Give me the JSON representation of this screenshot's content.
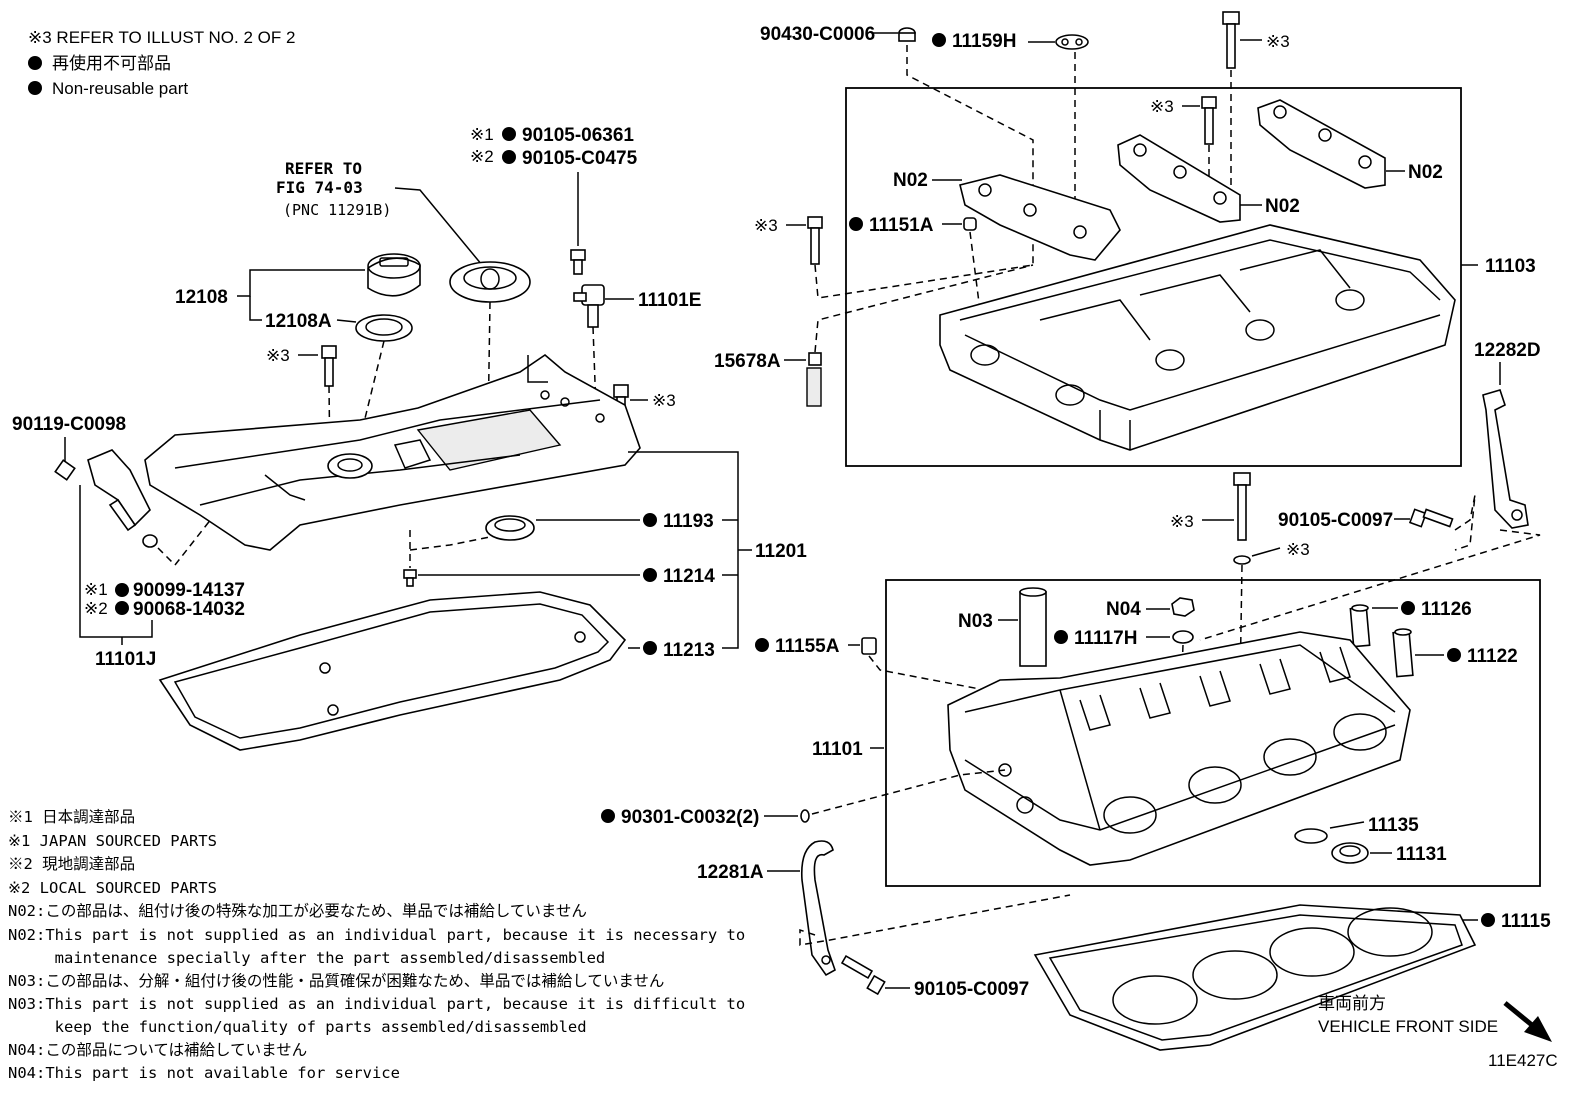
{
  "legend": {
    "refer_illust": "※3 REFER TO ILLUST NO. 2 OF 2",
    "non_reusable_jp": "再使用不可部品",
    "non_reusable_en": "Non-reusable part"
  },
  "refer_fig": {
    "line1": "REFER TO",
    "line2": "FIG 74-03",
    "line3": "(PNC 11291B)"
  },
  "labels": {
    "p90430": "90430-C0006",
    "p11159H": "11159H",
    "p12108": "12108",
    "p12108A": "12108A",
    "p90105_06361": "90105-06361",
    "p90105_C0475": "90105-C0475",
    "mark1": "※1",
    "mark2": "※2",
    "mark3": "※3",
    "p11101E": "11101E",
    "p90119": "90119-C0098",
    "p11193": "11193",
    "p11214": "11214",
    "p11213": "11213",
    "p11201": "11201",
    "p90099": "90099-14137",
    "p90068": "90068-14032",
    "p11101J": "11101J",
    "N02": "N02",
    "N03": "N03",
    "N04": "N04",
    "p11151A": "11151A",
    "p15678A": "15678A",
    "p11103": "11103",
    "p12282D": "12282D",
    "p90105_C0097": "90105-C0097",
    "p11155A": "11155A",
    "p11117H": "11117H",
    "p11126": "11126",
    "p11122": "11122",
    "p11101": "11101",
    "p90301": "90301-C0032(2)",
    "p11135": "11135",
    "p11131": "11131",
    "p12281A": "12281A",
    "p11115": "11115"
  },
  "notes": [
    "※1 日本調達部品",
    "※1 JAPAN SOURCED PARTS",
    "※2 現地調達部品",
    "※2 LOCAL SOURCED PARTS",
    "N02:この部品は、組付け後の特殊な加工が必要なため、単品では補給していません",
    "N02:This part is not supplied as an individual part, because it is necessary to",
    "     maintenance specially after the part assembled/disassembled",
    "N03:この部品は、分解・組付け後の性能・品質確保が困難なため、単品では補給していません",
    "N03:This part is not supplied as an individual part, because it is difficult to",
    "     keep the function/quality of parts assembled/disassembled",
    "N04:この部品については補給していません",
    "N04:This part is not available for service"
  ],
  "front": {
    "jp": "車両前方",
    "en": "VEHICLE FRONT SIDE"
  },
  "illust_id": "11E427C"
}
